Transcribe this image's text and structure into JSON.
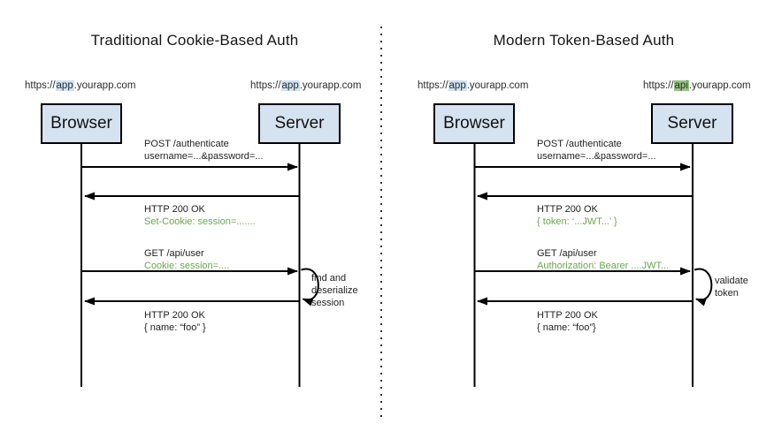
{
  "colors": {
    "box_fill": "#d5e2f0",
    "box_border": "#000000",
    "highlight_blue": "#cfe2f3",
    "highlight_green": "#93c47d",
    "green_text": "#6aa84f"
  },
  "panels": [
    {
      "title": "Traditional Cookie-Based Auth",
      "browser_url": {
        "prefix": "https://",
        "highlight": "app",
        "suffix": ".yourapp.com"
      },
      "server_url": {
        "prefix": "https://",
        "highlight": "app",
        "suffix": ".yourapp.com"
      },
      "browser_label": "Browser",
      "server_label": "Server",
      "messages": [
        {
          "line1": "POST /authenticate",
          "line2": "username=...&password=..."
        },
        {
          "line1": "HTTP 200 OK",
          "line2": "Set-Cookie: session=......."
        },
        {
          "line1": "GET /api/user",
          "line2": "Cookie: session=...."
        },
        {
          "line1": "HTTP 200 OK",
          "line2": "{ name: “foo” }"
        }
      ],
      "loop_label": "find and\ndeserialize\nsession"
    },
    {
      "title": "Modern Token-Based Auth",
      "browser_url": {
        "prefix": "https://",
        "highlight": "app",
        "suffix": ".yourapp.com"
      },
      "server_url": {
        "prefix": "https://",
        "highlight": "api",
        "suffix": ".yourapp.com"
      },
      "browser_label": "Browser",
      "server_label": "Server",
      "messages": [
        {
          "line1": "POST /authenticate",
          "line2": "username=...&password=..."
        },
        {
          "line1": "HTTP 200 OK",
          "line2": "{ token: ‘...JWT...’ }"
        },
        {
          "line1": "GET /api/user",
          "line2": "Authorization: Bearer ....JWT..."
        },
        {
          "line1": "HTTP 200 OK",
          "line2": "{ name: “foo”}"
        }
      ],
      "loop_label": "validate token"
    }
  ]
}
